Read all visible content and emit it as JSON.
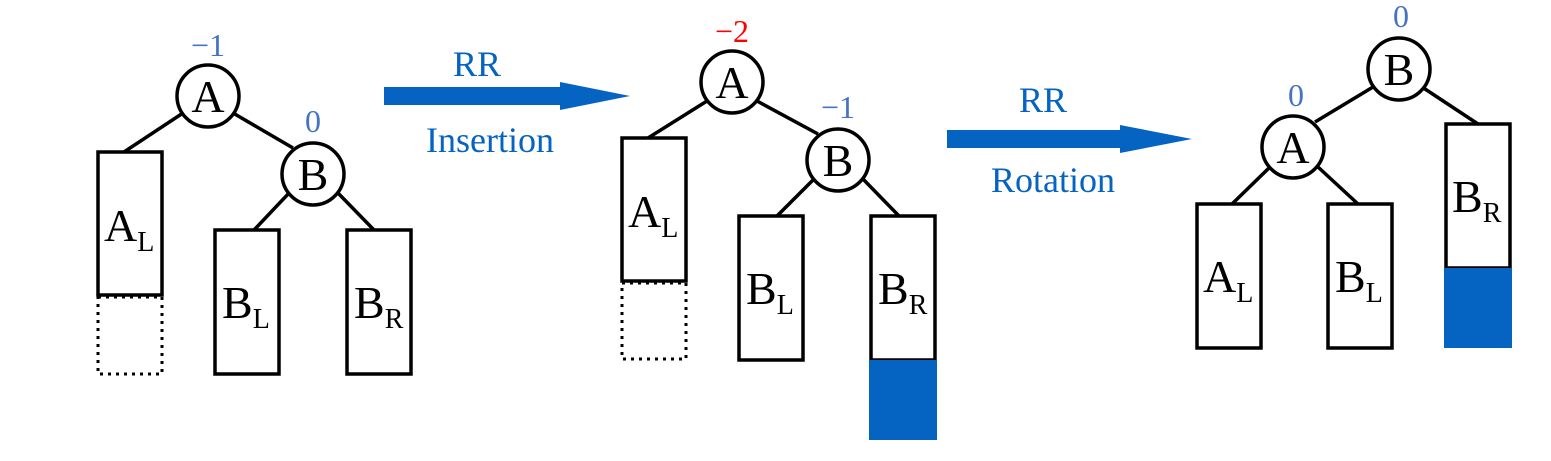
{
  "colors": {
    "accent_blue": "#0563C1",
    "label_blue": "#4472C4",
    "alert_red": "#FF0000",
    "ink": "#000000"
  },
  "stage1": {
    "node_a": "A",
    "node_b": "B",
    "balance_a": "−1",
    "balance_b": "0",
    "subtree_al": {
      "base": "A",
      "sub": "L"
    },
    "subtree_bl": {
      "base": "B",
      "sub": "L"
    },
    "subtree_br": {
      "base": "B",
      "sub": "R"
    }
  },
  "arrow1": {
    "top_label": "RR",
    "bottom_label": "Insertion"
  },
  "stage2": {
    "node_a": "A",
    "node_b": "B",
    "balance_a": "−2",
    "balance_b": "−1",
    "subtree_al": {
      "base": "A",
      "sub": "L"
    },
    "subtree_bl": {
      "base": "B",
      "sub": "L"
    },
    "subtree_br": {
      "base": "B",
      "sub": "R"
    }
  },
  "arrow2": {
    "top_label": "RR",
    "bottom_label": "Rotation"
  },
  "stage3": {
    "node_a": "A",
    "node_b": "B",
    "balance_a": "0",
    "balance_b": "0",
    "subtree_al": {
      "base": "A",
      "sub": "L"
    },
    "subtree_bl": {
      "base": "B",
      "sub": "L"
    },
    "subtree_br": {
      "base": "B",
      "sub": "R"
    }
  }
}
